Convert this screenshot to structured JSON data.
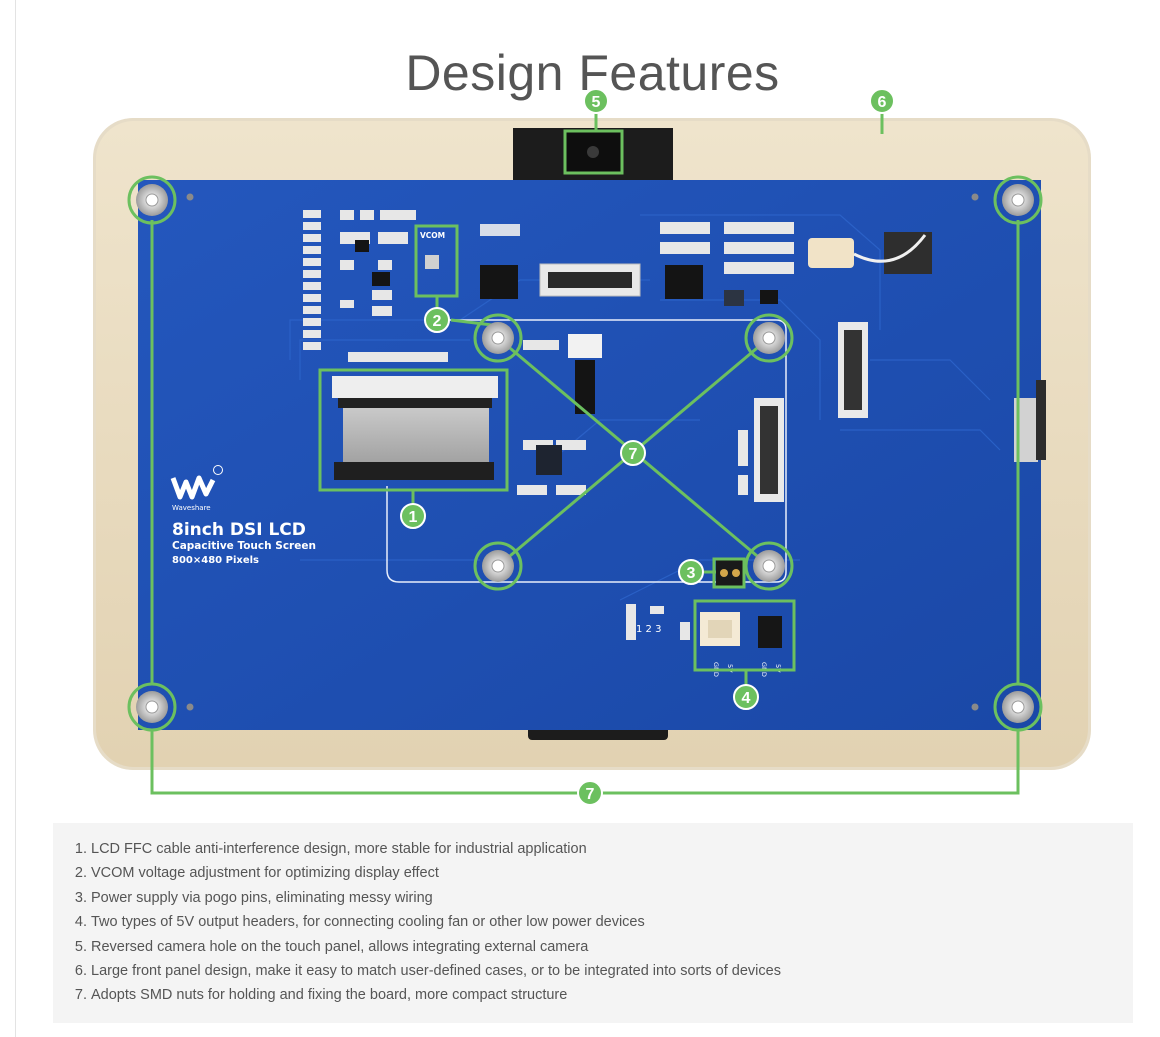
{
  "page": {
    "title": "Design Features"
  },
  "product": {
    "brand": "Waveshare",
    "name": "8inch DSI LCD",
    "subtitle": "Capacitive Touch Screen",
    "resolution": "800×480 Pixels"
  },
  "board": {
    "vcom_label": "VCOM",
    "jumper_numbers": "1 2 3",
    "header_gnd": "GND",
    "header_5v": "5V"
  },
  "callouts": [
    "1",
    "2",
    "3",
    "4",
    "5",
    "6",
    "7"
  ],
  "features": [
    "LCD FFC cable anti-interference design, more stable for industrial application",
    "VCOM voltage adjustment for optimizing display effect",
    "Power supply via pogo pins, eliminating messy wiring",
    "Two types of 5V output headers, for connecting cooling fan or other low power devices",
    "Reversed camera hole on the touch panel, allows integrating external camera",
    "Large front panel design, make it easy to match user-defined cases, or to be integrated into sorts of devices",
    "Adopts SMD nuts for holding and fixing the board, more compact structure"
  ],
  "colors": {
    "callout_green": "#6cc05f",
    "pcb_blue": "#1d4fb3",
    "panel_tan": "#e9dcc1",
    "title_gray": "#555555"
  }
}
